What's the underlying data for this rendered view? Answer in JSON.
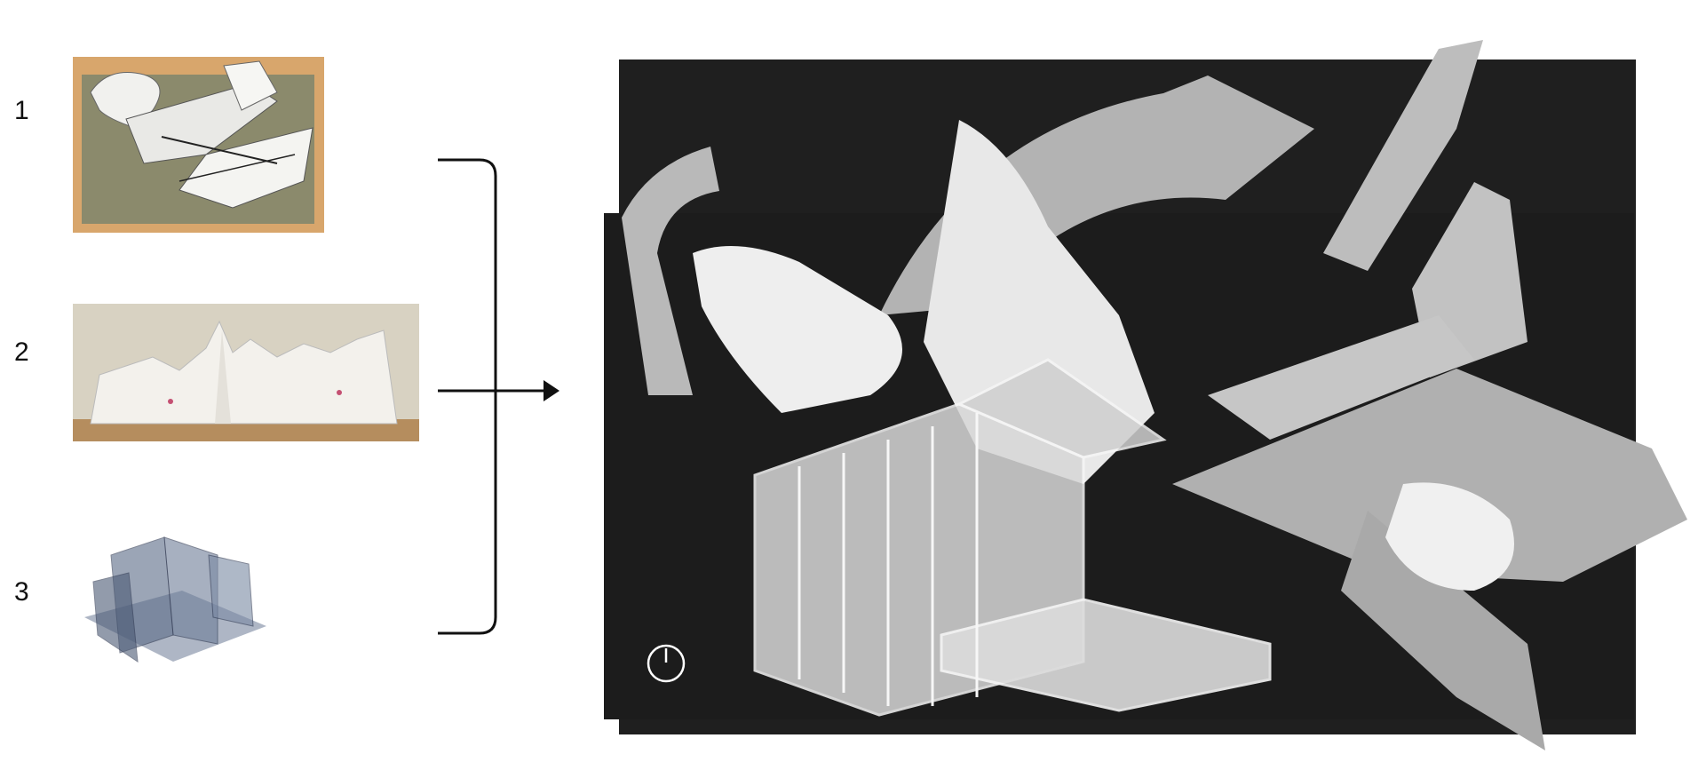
{
  "labels": [
    "1",
    "2",
    "3"
  ],
  "images": [
    {
      "id": "paper-model",
      "colors": {
        "wood": "#d8a66c",
        "board": "#8b8a6c",
        "paper": "#f1f1ee"
      }
    },
    {
      "id": "clay-model",
      "colors": {
        "wall": "#d8d2c2",
        "clay": "#f3f1ec",
        "shelf": "#b58d5e"
      }
    },
    {
      "id": "acrylic-model",
      "colors": {
        "glass": "#5a6b86",
        "edge": "#2c3650"
      }
    },
    {
      "id": "combined-model",
      "colors": {
        "board": "#1f1f1f",
        "paper": "#b9b9b9",
        "clay": "#eeeeee",
        "acrylic": "#d7d7d7"
      }
    }
  ],
  "icons": {
    "power": "power-icon"
  },
  "colors": {
    "ink": "#111111"
  }
}
